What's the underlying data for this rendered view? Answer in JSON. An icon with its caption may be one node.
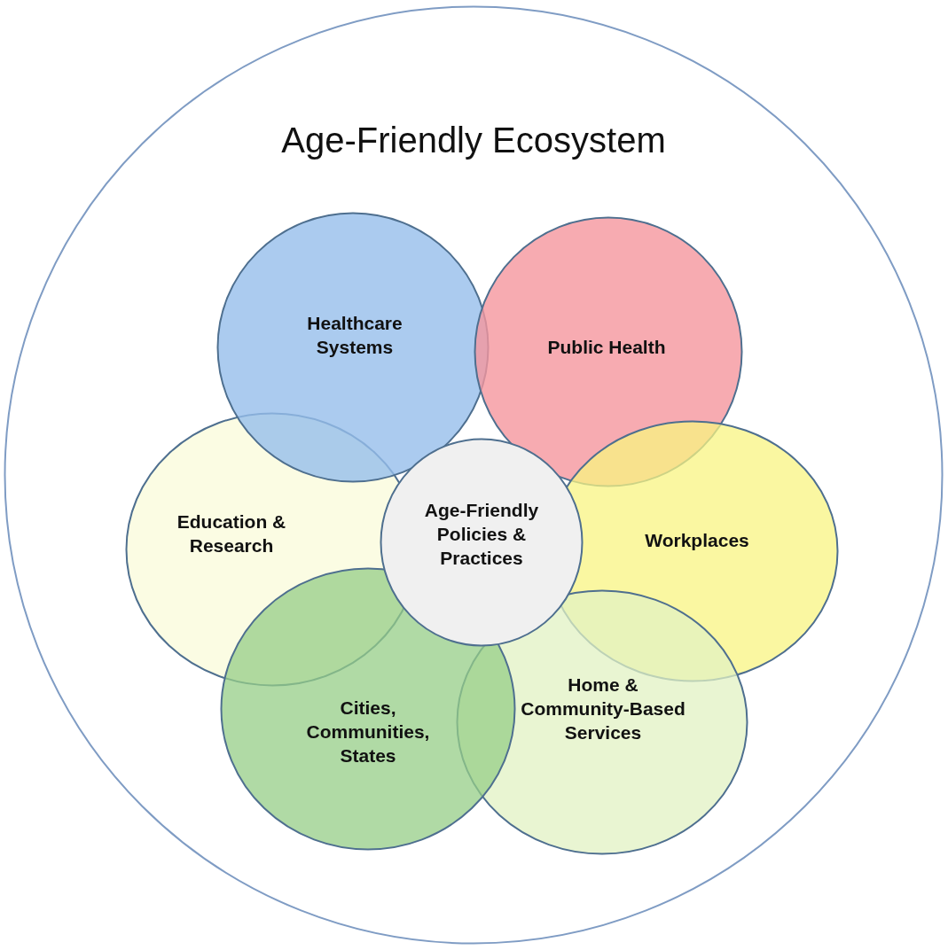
{
  "diagram": {
    "nodes": [
      {
        "text": [
          "Age-Friendly Ecosystem"
        ]
      },
      {
        "text": [
          "Healthcare Systems"
        ],
        "in": 0
      },
      {
        "text": [
          "Public Health"
        ],
        "in": 0
      },
      {
        "text": [
          "Education & Research"
        ],
        "in": 0
      },
      {
        "text": [
          "Age-Friendly Policies & Practices"
        ],
        "in": 0
      },
      {
        "text": [
          "Workplaces"
        ],
        "in": 0
      },
      {
        "text": [
          "Cities, Communities, States"
        ],
        "in": 0
      },
      {
        "text": [
          "Home & Community-Based Services"
        ],
        "in": 0
      }
    ]
  }
}
